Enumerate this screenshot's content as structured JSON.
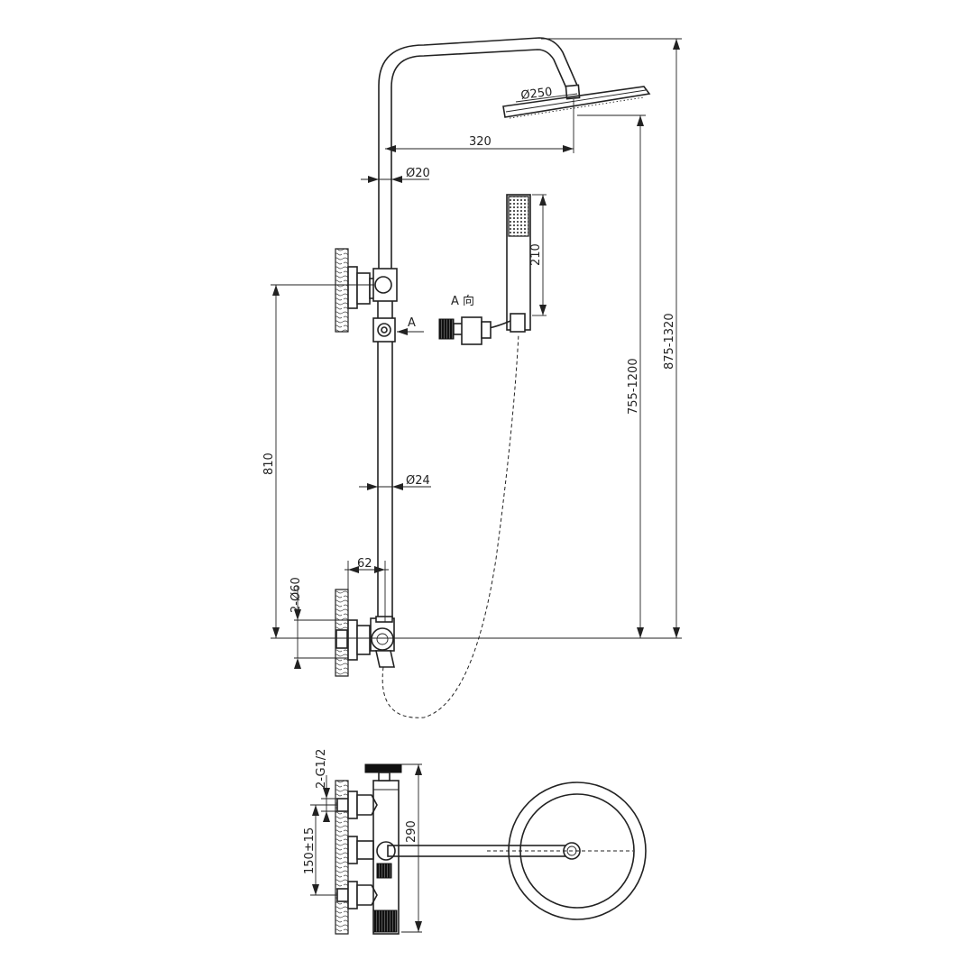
{
  "dimensions": {
    "head_diameter": "Ø250",
    "arm_length": "320",
    "upper_pipe_diameter": "Ø20",
    "handheld_length": "210",
    "view_a": "A 向",
    "arrow_a": "A",
    "height_short": "755-1200",
    "height_total": "875-1320",
    "bracket_spacing": "810",
    "lower_pipe_diameter": "Ø24",
    "offset": "62",
    "escutcheon": "2-Ø60",
    "inlet_thread": "2-G1/2",
    "valve_height": "290",
    "inlet_spacing": "150±15"
  }
}
